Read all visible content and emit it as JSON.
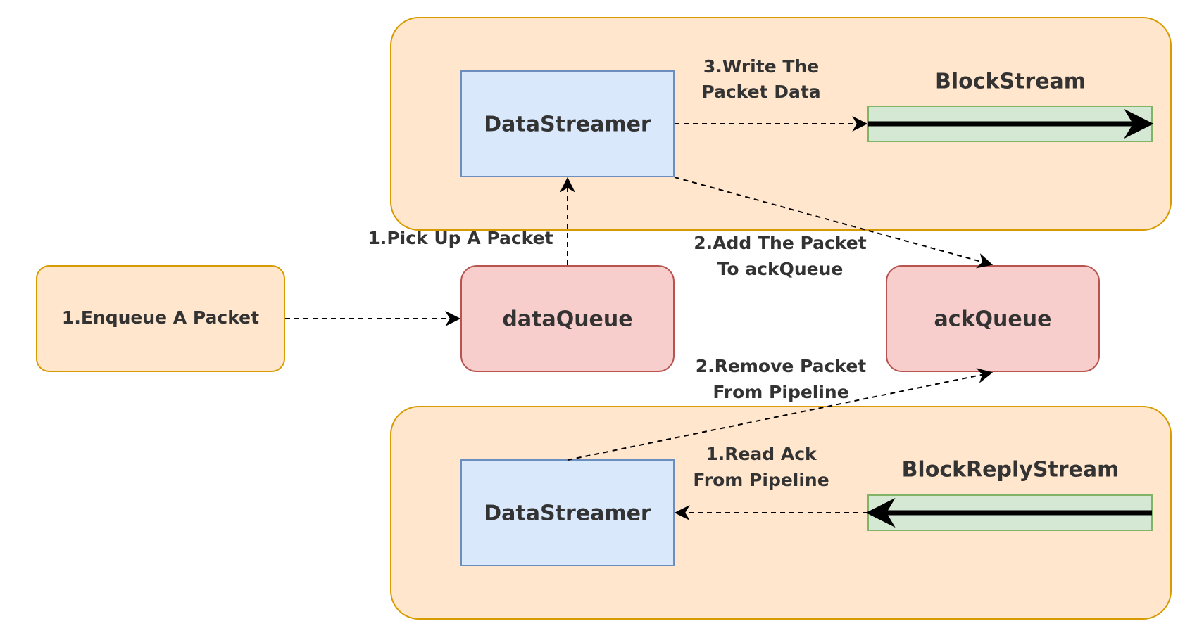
{
  "nodes": {
    "enqueue_box": "1.Enqueue A Packet",
    "data_queue": "dataQueue",
    "ack_queue": "ackQueue",
    "datastreamer_top": "DataStreamer",
    "datastreamer_bottom": "DataStreamer",
    "blockstream": "BlockStream",
    "blockreplystream": "BlockReplyStream"
  },
  "edges": {
    "pick_up": "1.Pick Up A Packet",
    "write_line1": "3.Write The",
    "write_line2": "Packet Data",
    "add_line1": "2.Add The Packet",
    "add_line2": "To ackQueue",
    "remove_line1": "2.Remove Packet",
    "remove_line2": "From Pipeline",
    "read_line1": "1.Read Ack",
    "read_line2": "From Pipeline"
  },
  "colors": {
    "group_fill": "#ffe6cc",
    "group_stroke": "#d79b00",
    "streamer_fill": "#dae8fc",
    "streamer_stroke": "#6c8ebf",
    "queue_fill": "#f8cecc",
    "queue_stroke": "#b85450",
    "stream_fill": "#d5e8d4",
    "stream_stroke": "#82b366",
    "text": "#333333"
  }
}
